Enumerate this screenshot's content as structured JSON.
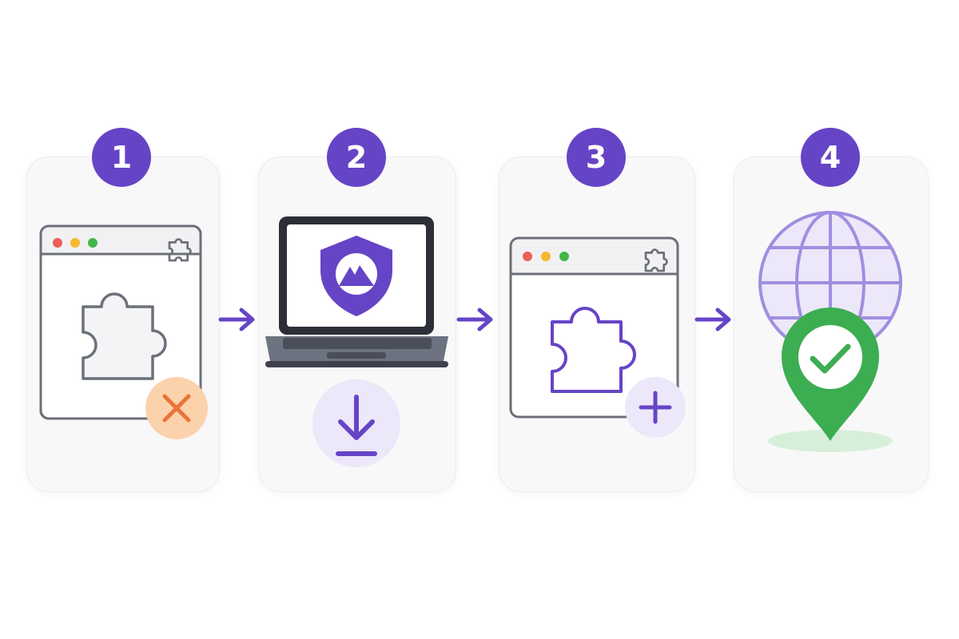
{
  "steps": [
    {
      "number": "1",
      "icon": "browser-extension-removed-icon"
    },
    {
      "number": "2",
      "icon": "laptop-vpn-download-icon"
    },
    {
      "number": "3",
      "icon": "browser-extension-added-icon"
    },
    {
      "number": "4",
      "icon": "globe-location-check-icon"
    }
  ],
  "colors": {
    "accent": "#6644c6",
    "accent_light": "#ece7f9",
    "remove_bg": "#fcd2ac",
    "remove_x": "#e8743a",
    "success": "#3dad52",
    "gray_outline": "#6b7079"
  }
}
